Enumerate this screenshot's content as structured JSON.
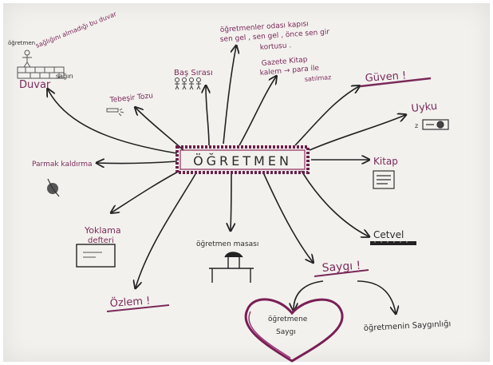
{
  "center": "ÖĞRETMEN",
  "nodes": {
    "ogretmen_small": "öğretmen",
    "saglik_note": "sağlığını almadığı bu duvar",
    "duvar": "Duvar",
    "duvar_sagiri": "sağırı",
    "tebesir": "Tebeşir Tozu",
    "bas_sirasi": "Baş Sırası",
    "oda_line1": "öğretmenler odası kapısı",
    "oda_line2": "sen gel , sen gel , önce sen gir",
    "oda_line3": "kortusu .",
    "gf_line1": "Gazete Kitap",
    "gf_line2": "kalem → para ile",
    "gf_line3": "satılmaz",
    "guven": "Güven !",
    "uyku": "Uyku",
    "kitap": "Kitap",
    "cetvel": "Cetvel",
    "saygi": "Saygı !",
    "ogretmene_saygi_1": "öğretmene",
    "ogretmene_saygi_2": "Saygı",
    "sayginlik": "öğretmenin Saygınlığı",
    "ozlem": "Özlem !",
    "masa": "öğretmen masası",
    "yoklama_1": "Yoklama",
    "yoklama_2": "defteri",
    "parmak": "Parmak kaldırma"
  }
}
